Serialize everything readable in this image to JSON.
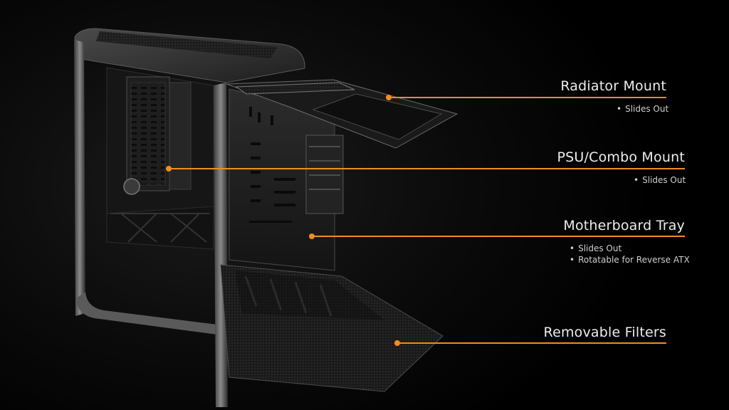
{
  "callouts": [
    {
      "title": "Radiator Mount",
      "bullets": [
        "Slides Out"
      ]
    },
    {
      "title": "PSU/Combo Mount",
      "bullets": [
        "Slides Out"
      ]
    },
    {
      "title": "Motherboard Tray",
      "bullets": [
        "Slides Out",
        "Rotatable for Reverse ATX"
      ]
    },
    {
      "title": "Removable Filters",
      "bullets": []
    }
  ],
  "colors": {
    "accent": "#f28c1e",
    "background": "#000000",
    "title_text": "#ededed",
    "bullet_text": "#cfcfcf"
  }
}
